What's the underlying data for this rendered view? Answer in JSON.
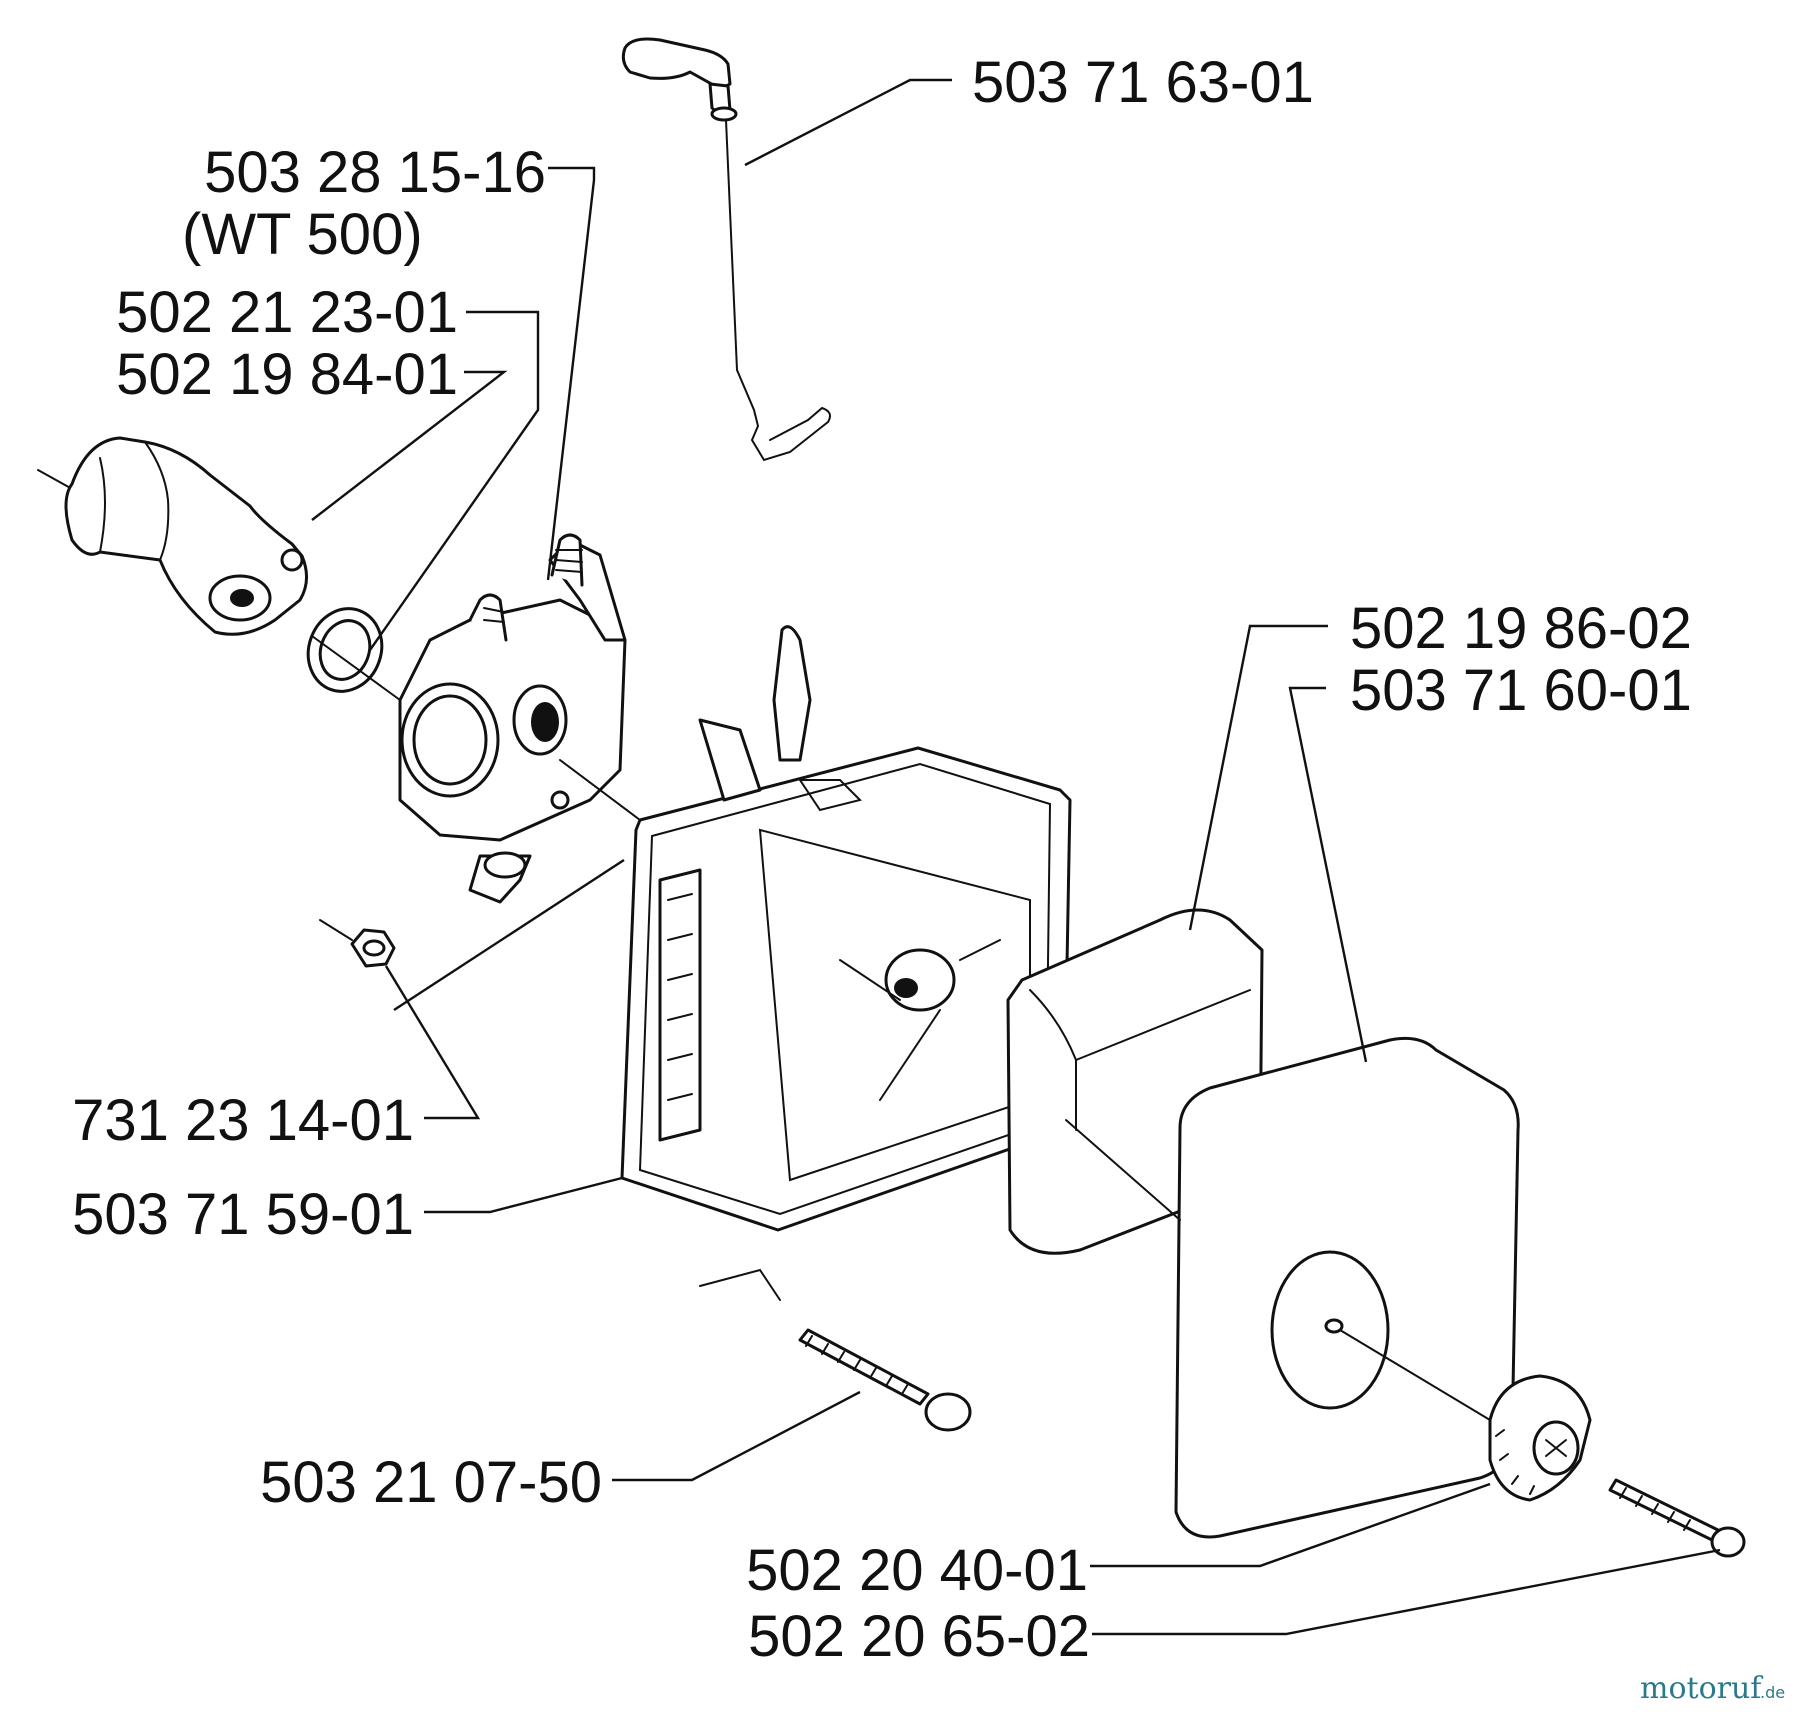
{
  "labels": {
    "dipstick": "503 71 63-01",
    "carburetor": "503 28 15-16",
    "carburetor_model": "(WT 500)",
    "gasket": "502 21 23-01",
    "intake_pipe": "502 19 84-01",
    "filter_element": "502 19 86-02",
    "filter_cover": "503 71 60-01",
    "nut": "731 23 14-01",
    "filter_housing": "503 71 59-01",
    "housing_screw": "503 21 07-50",
    "knob": "502 20 40-01",
    "knob_screw": "502 20 65-02"
  },
  "watermark": {
    "name": "motoruf",
    "suffix": ".de"
  },
  "colors": {
    "line": "#111111",
    "background": "#ffffff",
    "watermark": "#2a7a8c"
  }
}
